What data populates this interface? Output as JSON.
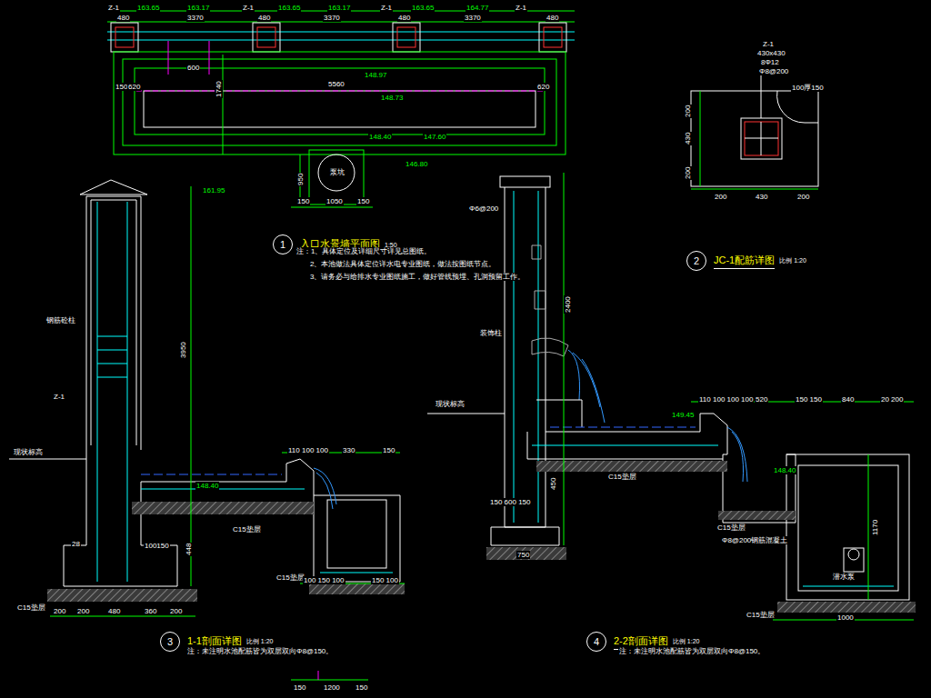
{
  "diagram": {
    "nodes": [
      {
        "text": [
          "1",
          "入口水景墙平面图",
          "1:50"
        ]
      },
      {
        "text": [
          "2",
          "JC-1配筋详图",
          "比例 1:20"
        ]
      },
      {
        "text": [
          "3",
          "1-1剖面详图",
          "比例 1:20"
        ]
      },
      {
        "text": [
          "4",
          "2-2剖面详图",
          "比例 1:20"
        ]
      }
    ],
    "labels": [
      "Z-1",
      "Z-1",
      "Z-1",
      "Z-1",
      "163.65",
      "163.17",
      "163.65",
      "163.17",
      "163.65",
      "164.77",
      "480",
      "3370",
      "480",
      "3370",
      "480",
      "3370",
      "480",
      "600",
      "150",
      "620",
      "5560",
      "620",
      "1740",
      "148.97",
      "148.73",
      "148.40",
      "147.60",
      "146.80",
      "泵坑",
      "150",
      "1050",
      "150",
      "950",
      "注：1、具体定位及详细尺寸详见总图纸。",
      "2、本池做法具体定位详水电专业图纸，做法按图纸节点。",
      "3、请务必与给排水专业图纸施工，做好管线预埋、孔洞预留工作。",
      "161.95",
      "钢筋砼柱",
      "Z-1",
      "3950",
      "现状标高",
      "148.40",
      "C15垫层",
      "C15垫层",
      "C15垫层",
      "28",
      "100150",
      "200",
      "200",
      "480",
      "360",
      "200",
      "110 100 100",
      "330",
      "150",
      "100 150 100",
      "150 100",
      "448",
      "Φ6@200",
      "装饰柱",
      "现状标高",
      "2400",
      "149.45",
      "C15垫层",
      "C15垫层",
      "C15垫层",
      "110 100 100 100",
      "520",
      "150 150",
      "840",
      "20 200",
      "Φ8@200钢筋混凝土",
      "150 600 150",
      "750",
      "1000",
      "1170",
      "潜水泵",
      "148.40",
      "450",
      "Z-1",
      "430x430",
      "8Φ12",
      "Φ8@200",
      "100厚150",
      "200",
      "430",
      "200",
      "200",
      "430",
      "200",
      "150",
      "1200",
      "150",
      "注：未注明水池配筋皆为双层双向Φ8@150。",
      "注：未注明水池配筋皆为双层双向Φ8@150。"
    ]
  }
}
